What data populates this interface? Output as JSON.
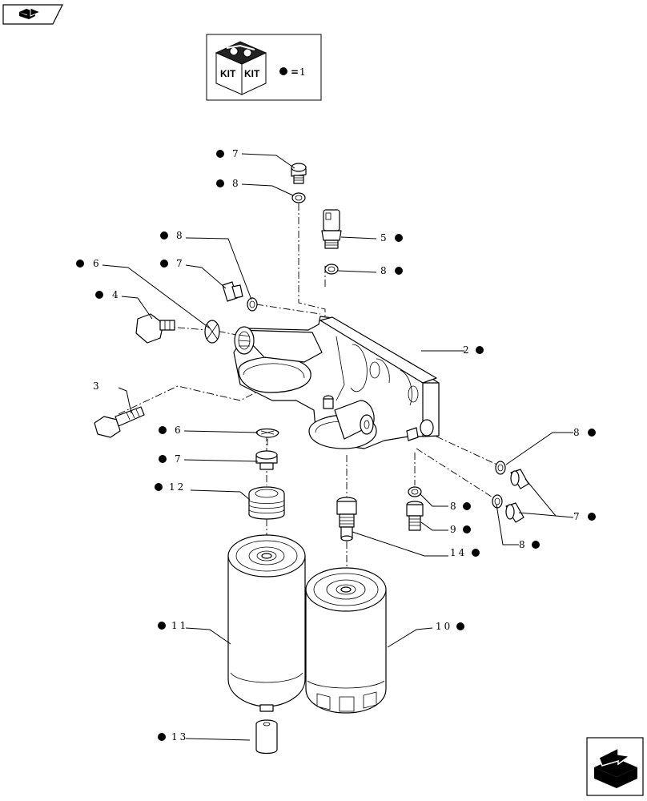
{
  "legend": {
    "symbol": "●",
    "equals": "=",
    "value": "1",
    "kit_text": "KIT"
  },
  "labels": {
    "p7_top": "7",
    "p8_top": "8",
    "p5": "5",
    "p8_mid_left": "8",
    "p8_right_top": "8",
    "p6_left": "6",
    "p7_left": "7",
    "p4": "4",
    "p2": "2",
    "p3": "3",
    "p6_low": "6",
    "p7_low": "7",
    "p12": "12",
    "p8_r1": "8",
    "p7_r": "7",
    "p8_r2": "8",
    "p9": "9",
    "p8_r3": "8",
    "p14": "14",
    "p11": "11",
    "p10": "10",
    "p13": "13"
  },
  "nav": {
    "prev_icon": "arrow-left-icon",
    "next_icon": "arrow-right-icon"
  }
}
